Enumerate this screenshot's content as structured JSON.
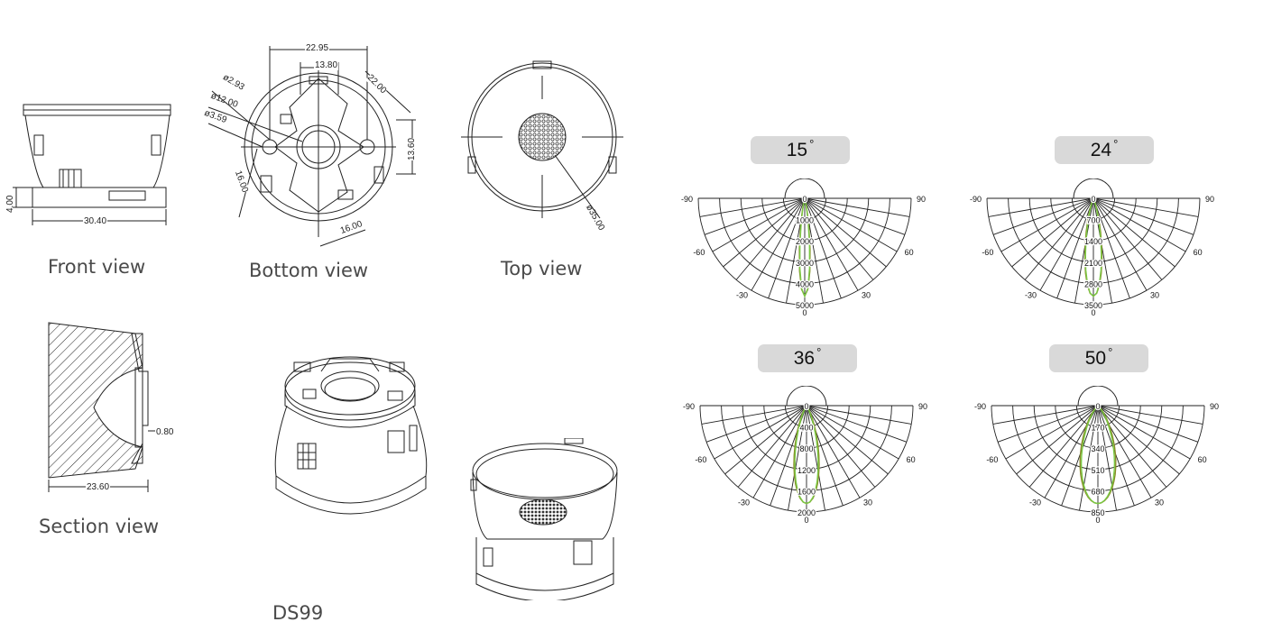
{
  "captions": {
    "front": "Front view",
    "bottom": "Bottom view",
    "top": "Top view",
    "section": "Section view",
    "model": "DS99"
  },
  "dims": {
    "front": [
      "4.00",
      "30.40"
    ],
    "bottom": [
      "22.95",
      "13.80",
      "22.00",
      "ø2.93",
      "ø12.00",
      "ø3.59",
      "13.60",
      "16.00",
      "16.00"
    ],
    "top": [
      "ø35.00"
    ],
    "section": [
      "0.80",
      "23.60"
    ]
  },
  "polar": [
    {
      "angle": "15",
      "unit": "°",
      "rings": [
        "0",
        "1000",
        "2000",
        "3000",
        "4000",
        "5000"
      ]
    },
    {
      "angle": "24",
      "unit": "°",
      "rings": [
        "0",
        "700",
        "1400",
        "2100",
        "2800",
        "3500"
      ]
    },
    {
      "angle": "36",
      "unit": "°",
      "rings": [
        "0",
        "400",
        "800",
        "1200",
        "1600",
        "2000"
      ]
    },
    {
      "angle": "50",
      "unit": "°",
      "rings": [
        "0",
        "170",
        "340",
        "510",
        "680",
        "850"
      ]
    }
  ],
  "polar_axis": {
    "left90": "-90",
    "right90": "90",
    "left60": "-60",
    "right60": "60",
    "left30": "-30",
    "right30": "30",
    "bottom0": "0"
  },
  "colors": {
    "line": "#222222",
    "curve_a": "#7ac943",
    "curve_b": "#8a8a2a",
    "badge": "#d9d9d9"
  }
}
